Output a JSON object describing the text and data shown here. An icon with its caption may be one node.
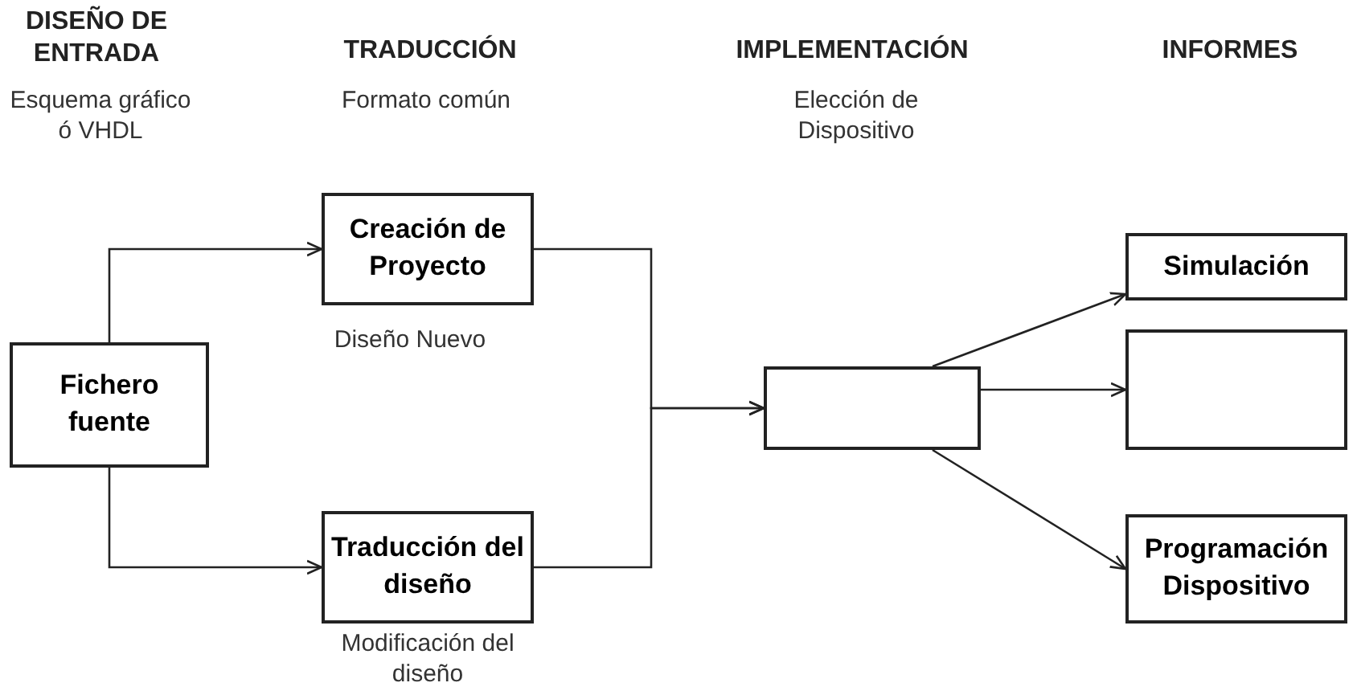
{
  "diagram": {
    "nodes": [
      {
        "text": [
          "Fichero fuente"
        ]
      },
      {
        "text": [
          "Creación de Proyecto"
        ],
        "beside": [
          "Diseño Nuevo"
        ]
      },
      {
        "text": [
          "Traducción del diseño"
        ],
        "beside": [
          "Modificación del diseño"
        ]
      },
      {
        "text": [],
        "shape": "box"
      },
      {
        "text": [
          "Simulación"
        ]
      },
      {
        "text": [],
        "shape": "box"
      },
      {
        "text": [
          "Programación Dispositivo"
        ]
      }
    ],
    "edges": [
      {
        "from": 0,
        "to": 1,
        "arrow": "to"
      },
      {
        "from": 0,
        "to": 2,
        "arrow": "to"
      },
      {
        "from": 1,
        "to": 3,
        "arrow": "to"
      },
      {
        "from": 2,
        "to": 3,
        "arrow": "to"
      },
      {
        "from": 3,
        "to": 4,
        "arrow": "to"
      },
      {
        "from": 3,
        "to": 5,
        "arrow": "to"
      },
      {
        "from": 3,
        "to": 6,
        "arrow": "to"
      }
    ],
    "labels": [
      "DISEÑO DE ENTRADA",
      "TRADUCCIÓN",
      "IMPLEMENTACIÓN",
      "INFORMES",
      "Esquema gráfico ó VHDL",
      "Formato común",
      "Elección de Dispositivo"
    ]
  }
}
